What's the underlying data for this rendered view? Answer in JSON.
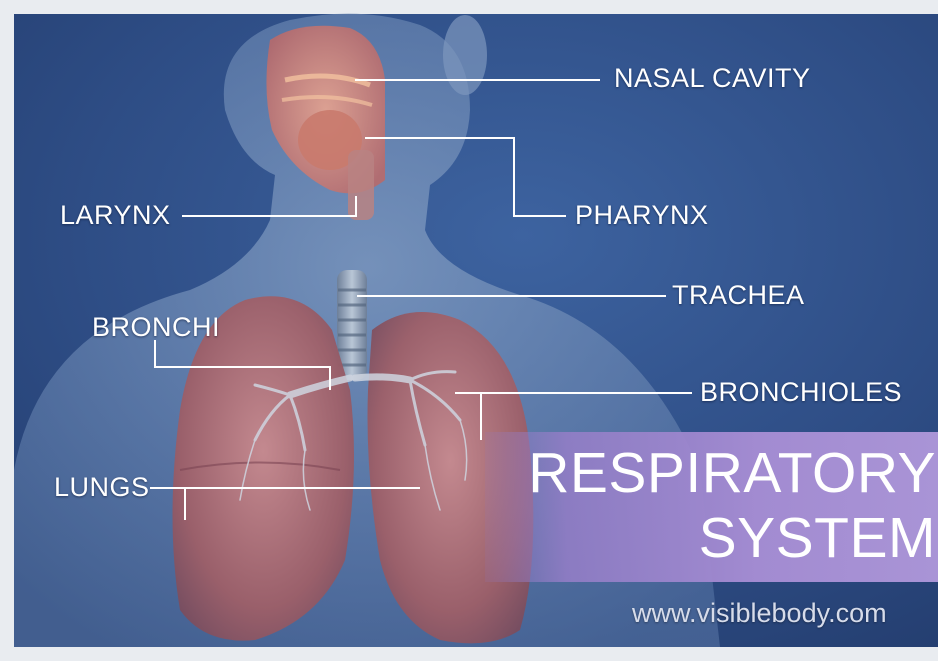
{
  "title": {
    "line1": "RESPIRATORY",
    "line2": "SYSTEM"
  },
  "url": "www.visiblebody.com",
  "labels": {
    "nasal_cavity": "NASAL CAVITY",
    "pharynx": "PHARYNX",
    "larynx": "LARYNX",
    "trachea": "TRACHEA",
    "bronchi": "BRONCHI",
    "bronchioles": "BRONCHIOLES",
    "lungs": "LUNGS"
  },
  "colors": {
    "background": "#2f4f86",
    "banner": "#a28bd1",
    "lung": "#a8686e",
    "leader_line": "#ffffff"
  }
}
